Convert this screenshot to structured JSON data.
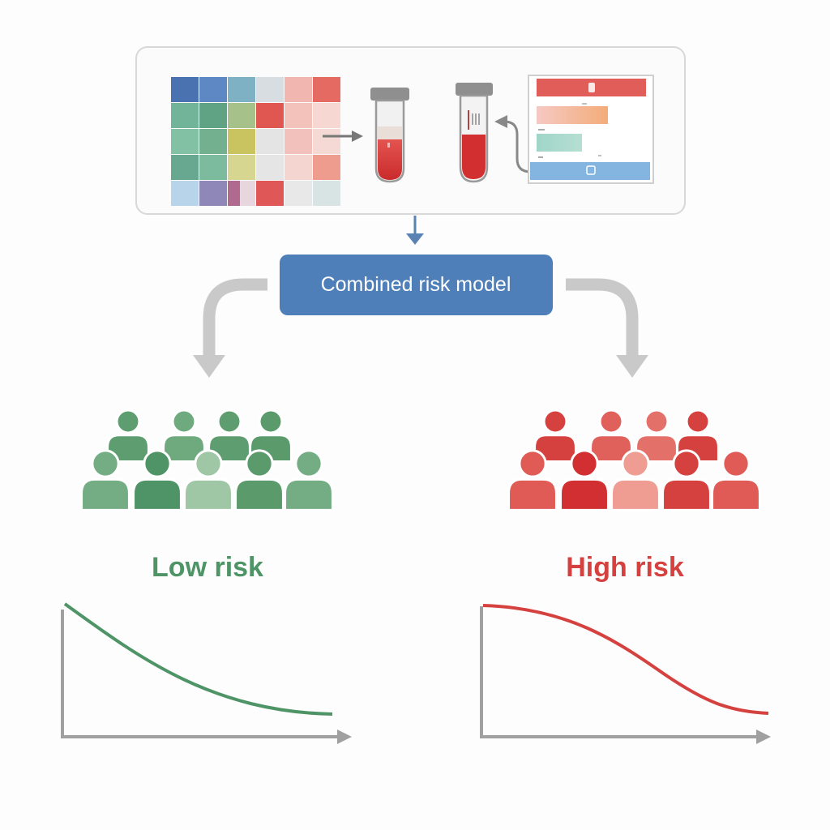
{
  "model_box": {
    "label": "Combined risk model",
    "color": "#4f7fb8"
  },
  "groups": {
    "low": {
      "label": "Low risk",
      "color": "#4f9466"
    },
    "high": {
      "label": "High risk",
      "color": "#d5413f"
    }
  },
  "heatmap_colors": [
    [
      "#4a72b0",
      "#5d88c3",
      "#7fb1c4",
      "#d7dde0",
      "#f2b6b0",
      "#e46a62"
    ],
    [
      "#72b49a",
      "#5fa384",
      "#a6c28a",
      "#e05752",
      "#f3c2bb",
      "#f7d7d2"
    ],
    [
      "#82c1a4",
      "#72b08f",
      "#c9c45f",
      "#e4e4e4",
      "#f3c1bb",
      "#f4d9d4"
    ],
    [
      "#68a890",
      "#7cbb9d",
      "#d6d690",
      "#e5e5e5",
      "#f4d5d0",
      "#ee9c8e"
    ],
    [
      "#b8d4ea",
      "#8e87b8",
      "#b06a8f",
      "#df5756",
      "#e8e8e8",
      "#d8e3e3"
    ]
  ],
  "report_bar_colors": [
    "#e05d5a",
    "#f0a48a",
    "#8fd0c4",
    "#84b4e0"
  ]
}
